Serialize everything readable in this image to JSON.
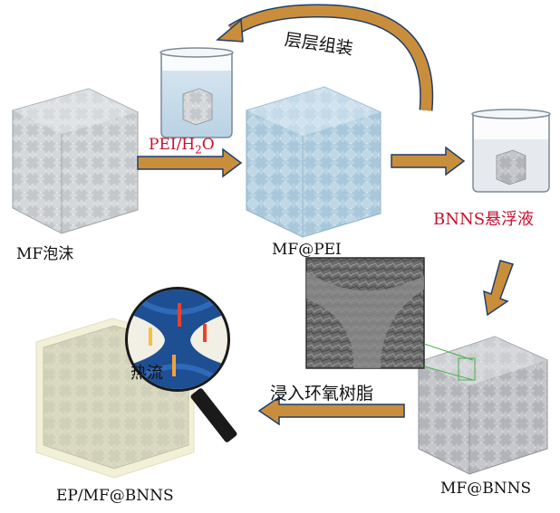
{
  "labels": {
    "mf_foam": "MF泡沫",
    "mf_pei": "MF@PEI",
    "mf_bnns": "MF@BNNS",
    "ep_mf_bnns": "EP/MF@BNNS",
    "pei_h2o_main": "PEI/H",
    "pei_h2o_sub": "2",
    "pei_h2o_tail": "O",
    "lbl_assembly": "层层组装",
    "bnns_suspension": "BNNS悬浮液",
    "impregnate_epoxy": "浸入环氧树脂",
    "heat_flow": "热流"
  },
  "colors": {
    "arrow_fill": "#c98e3c",
    "arrow_stroke": "#1f3f6a",
    "red_text": "#c8102e",
    "foam_white": "#e2e4e6",
    "foam_blue": "#cfe3ee",
    "epoxy_box": "#ecebc4",
    "lens_blue": "#1e4f93",
    "handle": "#1a1a1a",
    "sem_bg": "#5a5a5a",
    "guide_line": "#4caf50"
  }
}
